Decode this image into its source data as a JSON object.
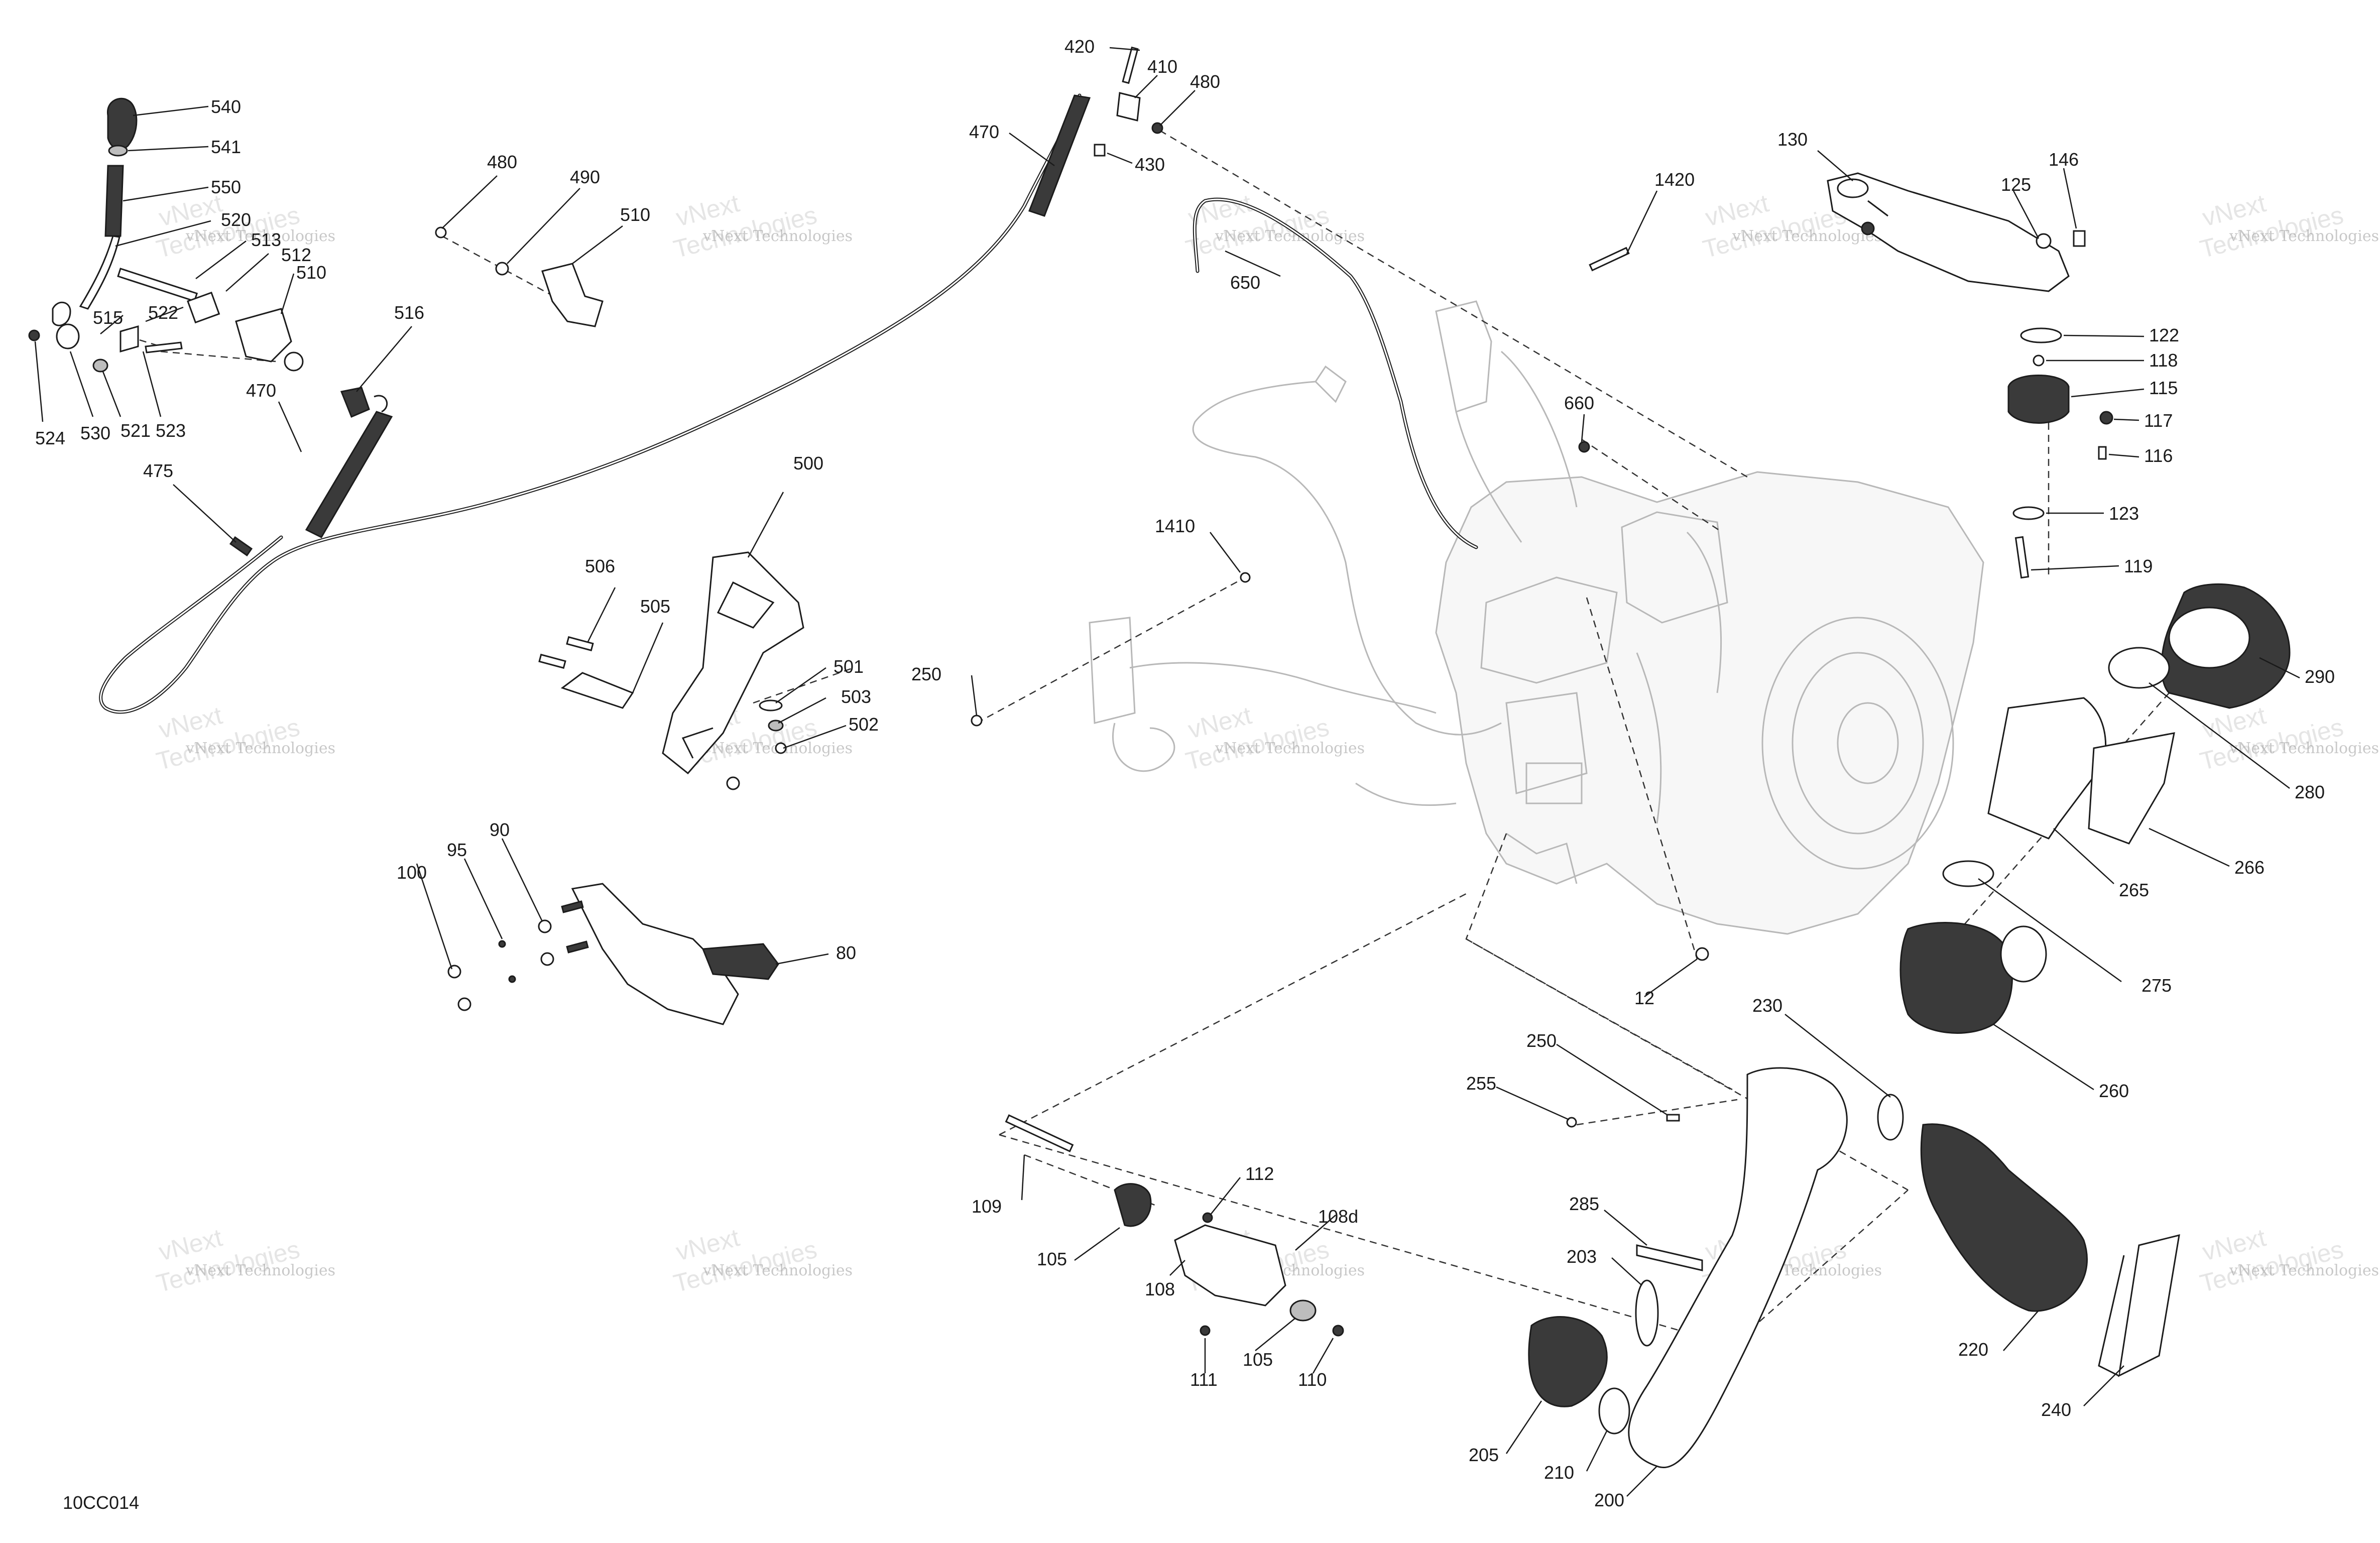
{
  "diagram_code": "10CC014",
  "watermark": {
    "line1": "vNext Technologies",
    "line2": "vNext",
    "line3": "Technologies"
  },
  "callouts": {
    "c420": "420",
    "c410": "410",
    "c480a": "480",
    "c430": "430",
    "c470a": "470",
    "c540": "540",
    "c541": "541",
    "c550": "550",
    "c520": "520",
    "c513": "513",
    "c512": "512",
    "c510a": "510",
    "c522": "522",
    "c515": "515",
    "c524": "524",
    "c530": "530",
    "c521": "521",
    "c523": "523",
    "c516": "516",
    "c470b": "470",
    "c475": "475",
    "c480b": "480",
    "c490": "490",
    "c510b": "510",
    "c650": "650",
    "c1420": "1420",
    "c130": "130",
    "c125": "125",
    "c146": "146",
    "c122": "122",
    "c118": "118",
    "c115": "115",
    "c117": "117",
    "c116": "116",
    "c123": "123",
    "c119": "119",
    "c660": "660",
    "c1410": "1410",
    "c500": "500",
    "c506": "506",
    "c505": "505",
    "c501": "501",
    "c503": "503",
    "c502": "502",
    "c250a": "250",
    "c290": "290",
    "c280": "280",
    "c265": "265",
    "c266": "266",
    "c275": "275",
    "c260": "260",
    "c12": "12",
    "c100": "100",
    "c95": "95",
    "c90": "90",
    "c80": "80",
    "c230": "230",
    "c250b": "250",
    "c255": "255",
    "c109": "109",
    "c112": "112",
    "c108d": "108d",
    "c105a": "105",
    "c108": "108",
    "c111": "111",
    "c105b": "105",
    "c110": "110",
    "c285": "285",
    "c203": "203",
    "c220": "220",
    "c240": "240",
    "c205": "205",
    "c210": "210",
    "c200": "200"
  }
}
